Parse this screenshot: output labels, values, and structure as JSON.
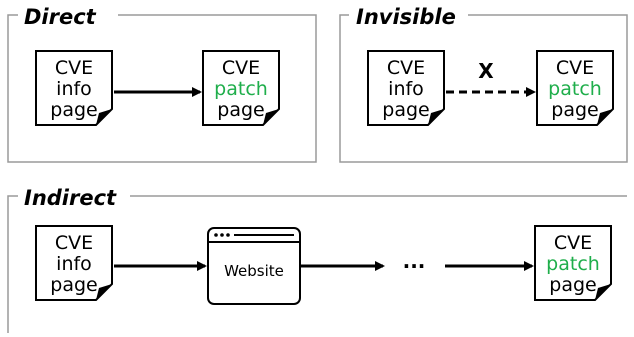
{
  "colors": {
    "frame": "#9a9a9a",
    "ink": "#000000",
    "patch_green": "#1fae4b"
  },
  "panels": {
    "direct": {
      "title": "Direct",
      "source_doc": {
        "line1": "CVE",
        "line2": "info",
        "line3": "page"
      },
      "target_doc": {
        "line1": "CVE",
        "line2": "patch",
        "line3": "page"
      }
    },
    "invisible": {
      "title": "Invisible",
      "marker": "X",
      "source_doc": {
        "line1": "CVE",
        "line2": "info",
        "line3": "page"
      },
      "target_doc": {
        "line1": "CVE",
        "line2": "patch",
        "line3": "page"
      }
    },
    "indirect": {
      "title": "Indirect",
      "source_doc": {
        "line1": "CVE",
        "line2": "info",
        "line3": "page"
      },
      "website_label": "Website",
      "ellipsis": "···",
      "target_doc": {
        "line1": "CVE",
        "line2": "patch",
        "line3": "page"
      }
    }
  }
}
